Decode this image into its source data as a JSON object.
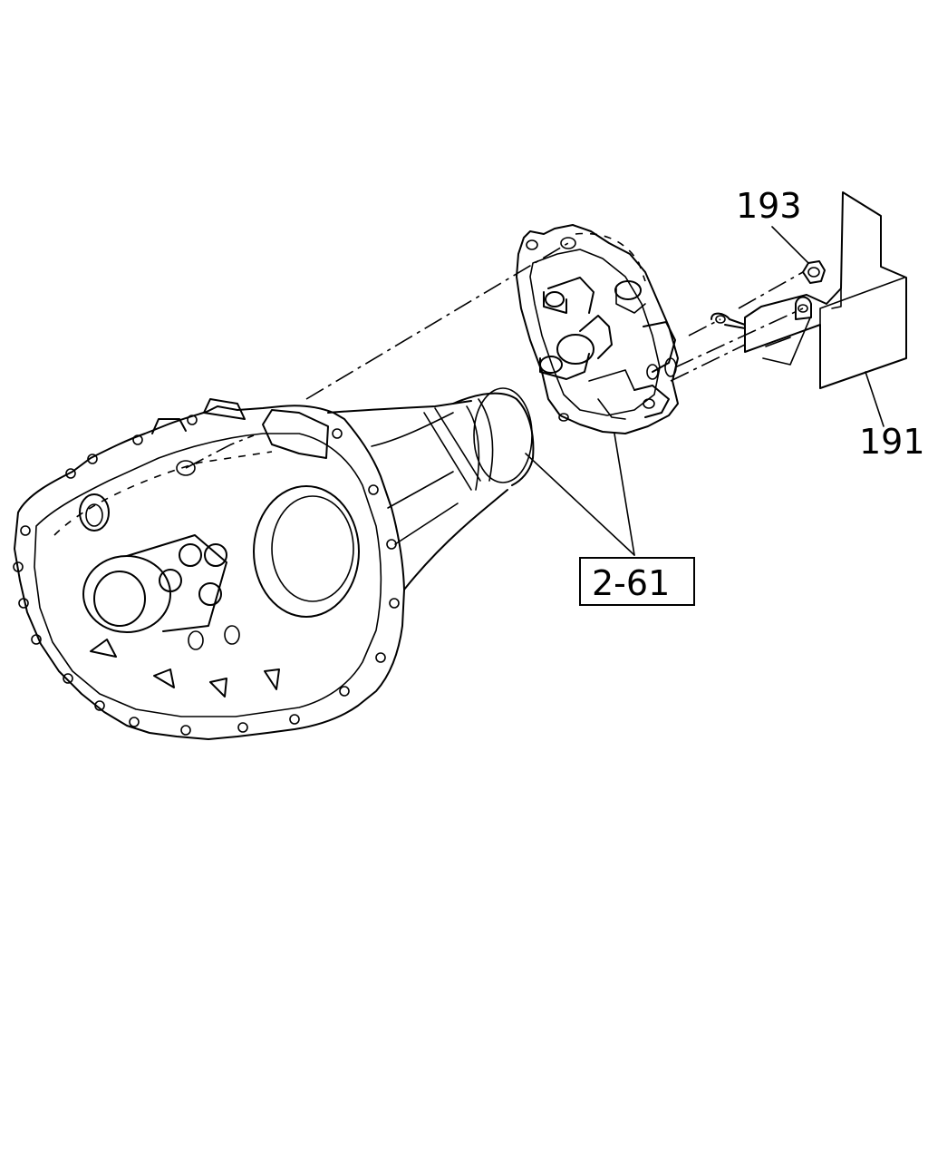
{
  "callouts": {
    "part_193": "193",
    "part_191": "191",
    "ref_box": "2-61"
  }
}
